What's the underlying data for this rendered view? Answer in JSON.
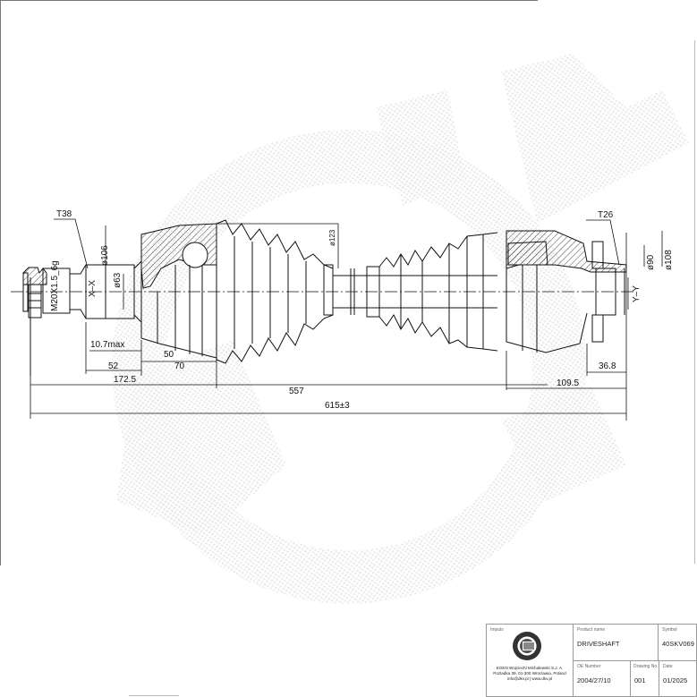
{
  "drawing": {
    "type": "driveshaft-technical-drawing",
    "labels": {
      "torx_left": "T38",
      "torx_right": "T26",
      "thread": "M20X1.5_6g",
      "section_left": "X–X",
      "section_right": "Y–Y",
      "dia_106": "ø106",
      "dia_63": "ø63",
      "dia_123": "ø123",
      "dia_90": "ø90",
      "dia_108": "ø108"
    },
    "dimensions": {
      "d_10_7max": "10.7max",
      "d_50": "50",
      "d_52": "52",
      "d_70": "70",
      "d_172_5": "172.5",
      "d_557": "557",
      "d_615": "615±3",
      "d_109_5": "109.5",
      "d_36_8": "36.8"
    },
    "colors": {
      "line": "#111111",
      "hatch": "#333333",
      "watermark": "#e9e9e9",
      "border": "#777777"
    }
  },
  "title_block": {
    "producer_label": "Impuls",
    "producer_address_line1": "EGEN Wojciechl Michalewski S.J. A.",
    "producer_address_line2": "Pozladka 39, 01-300 Wroclawia, Poland",
    "producer_address_line3": "info@dkv.pl | www.dkv.pl",
    "product_name_label": "Product name",
    "product_name": "DRIVESHAFT",
    "symbol_label": "Symbol",
    "symbol": "40SKV069",
    "number_label": "OE Number",
    "number": "2004/27/10",
    "drawing_no_label": "Drawing No.",
    "drawing_no": "001",
    "date_label": "Date",
    "date": "01/2025"
  }
}
